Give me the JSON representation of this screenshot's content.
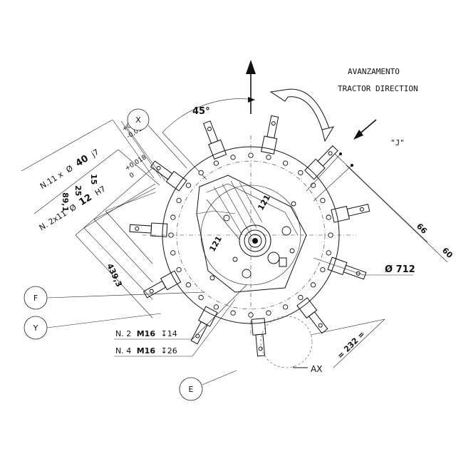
{
  "direction": {
    "line1": "AVANZAMENTO",
    "line2": "TRACTOR DIRECTION"
  },
  "view_label": "\"J\"",
  "angle_label": "45°",
  "diameter_label": "Ø 712",
  "rotary_angles": [
    "121",
    "121"
  ],
  "dims": {
    "d66": "66",
    "d60": "60",
    "d232": "= 232 =",
    "d4393": "439,3",
    "d891": "89,1",
    "d25": "25",
    "d15": "15"
  },
  "shaft_spec": {
    "count": "N.11 x",
    "symbol": "Ø",
    "dia": "40",
    "fit": "j7",
    "tol_upper": "+0,015",
    "tol_lower": "-0,01"
  },
  "bore_spec": {
    "count": "N. 2x11",
    "symbol": "Ø",
    "dia": "12",
    "fit": "H7",
    "tol_upper": "+0,018",
    "tol_lower": "0"
  },
  "thread_notes": [
    {
      "count": "N. 2",
      "size": "M16",
      "depth": "↧14"
    },
    {
      "count": "N. 4",
      "size": "M16",
      "depth": "↧26"
    }
  ],
  "balloons": [
    "X",
    "F",
    "Y",
    "E"
  ],
  "section_label": "AX",
  "icons": [
    "direction-arrow-icon",
    "rotation-arrow-icon",
    "view-arrow-icon"
  ]
}
